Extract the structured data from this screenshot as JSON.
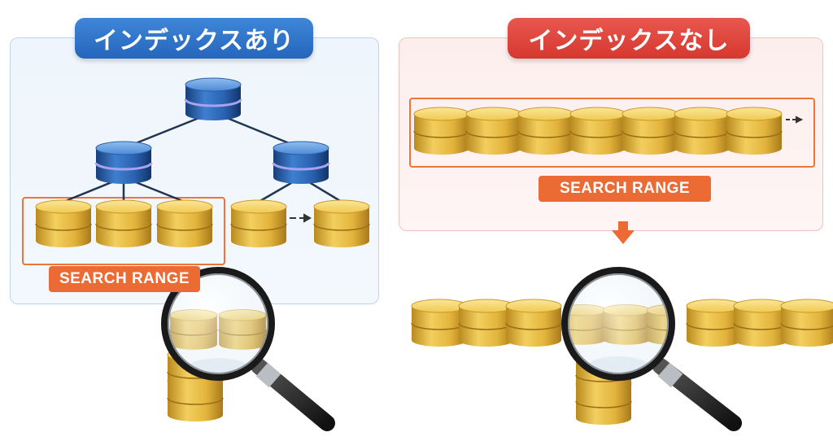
{
  "left_panel": {
    "title": "インデックスあり",
    "search_range_label": "SEARCH RANGE"
  },
  "right_panel": {
    "title": "インデックスなし",
    "search_range_label": "SEARCH RANGE"
  },
  "colors": {
    "index_blue": "#2566bd",
    "no_index_red": "#d6382f",
    "search_range_orange": "#ec6a34",
    "data_gold": "#e3b43c"
  },
  "icons": [
    "database-icon",
    "magnifier-icon",
    "arrow-right-icon",
    "arrow-down-icon"
  ]
}
